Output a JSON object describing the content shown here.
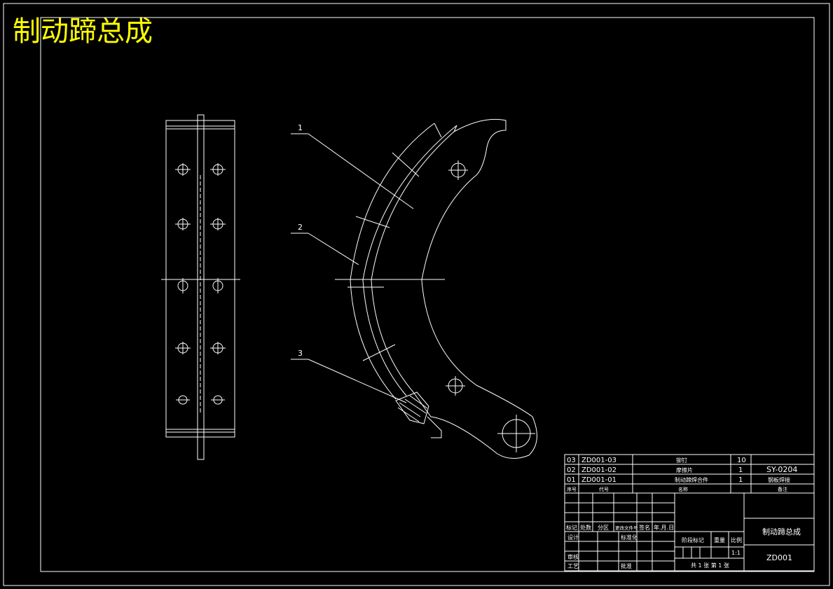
{
  "title": "制动蹄总成",
  "colors": {
    "background": "#000000",
    "line": "#ffffff",
    "title": "#ffff00"
  },
  "callouts": [
    "1",
    "2",
    "3"
  ],
  "bom": [
    {
      "no": "03",
      "code": "ZD001-03",
      "name": "铆钉",
      "qty": "10",
      "material": ""
    },
    {
      "no": "02",
      "code": "ZD001-02",
      "name": "摩擦片",
      "qty": "1",
      "material": "SY-0204"
    },
    {
      "no": "01",
      "code": "ZD001-01",
      "name": "制动蹄焊合件",
      "qty": "1",
      "material": "钢板焊接"
    }
  ],
  "bom_header": {
    "no": "序号",
    "code": "代号",
    "name": "名称",
    "remark": "备注"
  },
  "titleblock": {
    "rev_headers": [
      "标记",
      "处数",
      "分区",
      "更改文件号",
      "签名",
      "年.月.日"
    ],
    "roles": {
      "design": "设计",
      "standard": "标准化",
      "check": "审核",
      "process": "工艺",
      "approve": "批准"
    },
    "stage": "阶段标记",
    "weight": "重量",
    "scale_label": "比例",
    "scale": "1:1",
    "sheets": "共 1 张 第 1 张",
    "drawing_name": "制动蹄总成",
    "drawing_no": "ZD001"
  }
}
